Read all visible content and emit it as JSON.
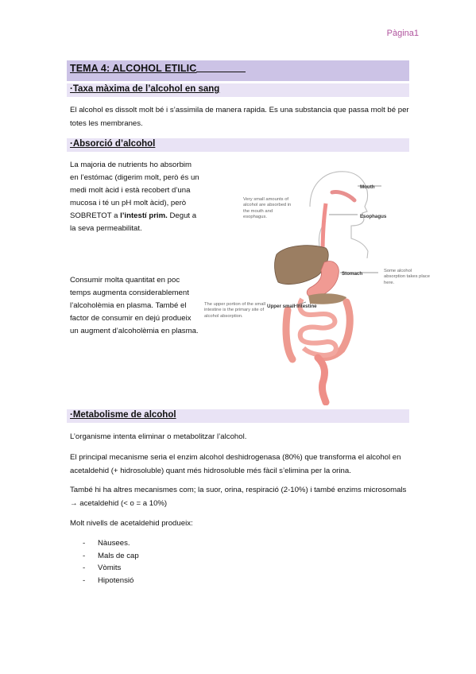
{
  "page_number": "Pàgina1",
  "title": "TEMA 4: ALCOHOL ETILIC",
  "section1": {
    "heading": "·Taxa màxima de l’alcohol en sang",
    "text": "El alcohol es dissolt molt bé i s’assimila de manera rapida. Es una substancia que passa molt bé per totes les membranes."
  },
  "section2": {
    "heading": "·Absorció d’alcohol",
    "p1_a": "La majoria de nutrients ho absorbim en l’estómac (digerim molt, però és un medi molt àcid i està recobert d’una mucosa i té un pH molt àcid), però SOBRETOT a ",
    "p1_bold": "l’intestí prim.",
    "p1_b": " Degut a la seva permeabilitat.",
    "p2": "Consumir molta quantitat en poc temps augmenta considerablement l’alcoholèmia en plasma. També el factor de consumir en dejú produeix un augment d’alcoholèmia en plasma."
  },
  "figure": {
    "label_mouth": "Mouth",
    "label_esophagus": "Esophagus",
    "label_stomach": "Stomach",
    "label_upper_small_intestine": "Upper small intestine",
    "note_small_amounts": "Very small amounts of alcohol are absorbed in the mouth and esophagus.",
    "note_stomach": "Some alcohol absorption takes place here.",
    "note_upper_portion": "The upper portion of the small intestine is the primary site of alcohol absorption."
  },
  "section3": {
    "heading": "·Metabolisme de alcohol",
    "p1": "L’organisme intenta eliminar o metabolitzar l’alcohol.",
    "p2": "El principal mecanisme seria el enzim alcohol deshidrogenasa (80%) que transforma el alcohol en acetaldehid (+ hidrosoluble) quant més hidrosoluble més fàcil s’elimina per la orina.",
    "p3": "També hi ha altres mecanismes com; la suor, orina, respiració (2-10%) i també enzims microsomals → acetaldehid (< o = a 10%)",
    "p4": "Molt nivells de acetaldehid produeix:",
    "items": [
      "Nàusees.",
      "Mals de cap",
      "Vòmits",
      "Hipotensió"
    ]
  }
}
